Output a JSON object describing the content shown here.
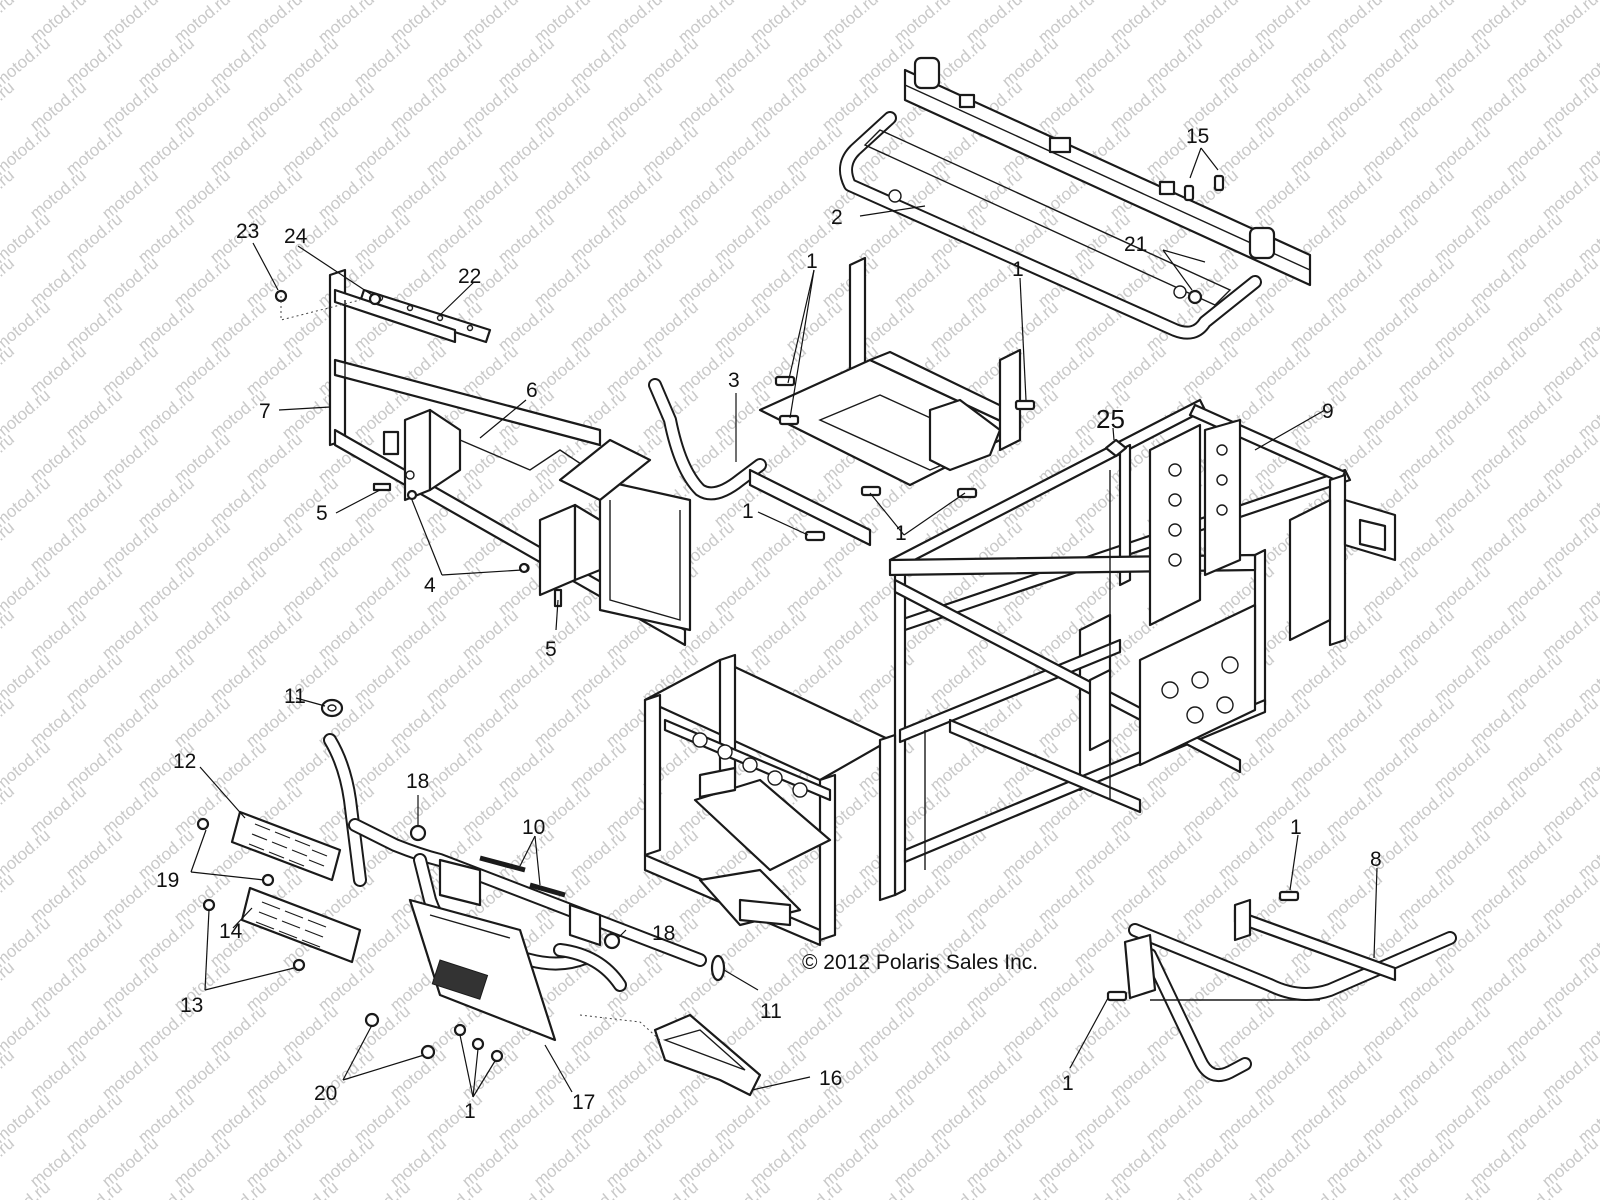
{
  "watermark": {
    "text": "motod.ru",
    "color": "#c9c9c9"
  },
  "copyright": "© 2012 Polaris Sales Inc.",
  "callouts": [
    {
      "id": "callout-1a",
      "label": "1"
    },
    {
      "id": "callout-1b",
      "label": "1"
    },
    {
      "id": "callout-1c",
      "label": "1"
    },
    {
      "id": "callout-1d",
      "label": "1"
    },
    {
      "id": "callout-1e",
      "label": "1"
    },
    {
      "id": "callout-1f",
      "label": "1"
    },
    {
      "id": "callout-1g",
      "label": "1"
    },
    {
      "id": "callout-2",
      "label": "2"
    },
    {
      "id": "callout-3",
      "label": "3"
    },
    {
      "id": "callout-4",
      "label": "4"
    },
    {
      "id": "callout-5a",
      "label": "5"
    },
    {
      "id": "callout-5b",
      "label": "5"
    },
    {
      "id": "callout-6",
      "label": "6"
    },
    {
      "id": "callout-7",
      "label": "7"
    },
    {
      "id": "callout-8",
      "label": "8"
    },
    {
      "id": "callout-9",
      "label": "9"
    },
    {
      "id": "callout-10",
      "label": "10"
    },
    {
      "id": "callout-11a",
      "label": "11"
    },
    {
      "id": "callout-11b",
      "label": "11"
    },
    {
      "id": "callout-12",
      "label": "12"
    },
    {
      "id": "callout-13",
      "label": "13"
    },
    {
      "id": "callout-14",
      "label": "14"
    },
    {
      "id": "callout-15",
      "label": "15"
    },
    {
      "id": "callout-16",
      "label": "16"
    },
    {
      "id": "callout-17",
      "label": "17"
    },
    {
      "id": "callout-18a",
      "label": "18"
    },
    {
      "id": "callout-18b",
      "label": "18"
    },
    {
      "id": "callout-19",
      "label": "19"
    },
    {
      "id": "callout-20",
      "label": "20"
    },
    {
      "id": "callout-21",
      "label": "21"
    },
    {
      "id": "callout-22",
      "label": "22"
    },
    {
      "id": "callout-23",
      "label": "23"
    },
    {
      "id": "callout-24",
      "label": "24"
    },
    {
      "id": "callout-25",
      "label": "25"
    }
  ]
}
